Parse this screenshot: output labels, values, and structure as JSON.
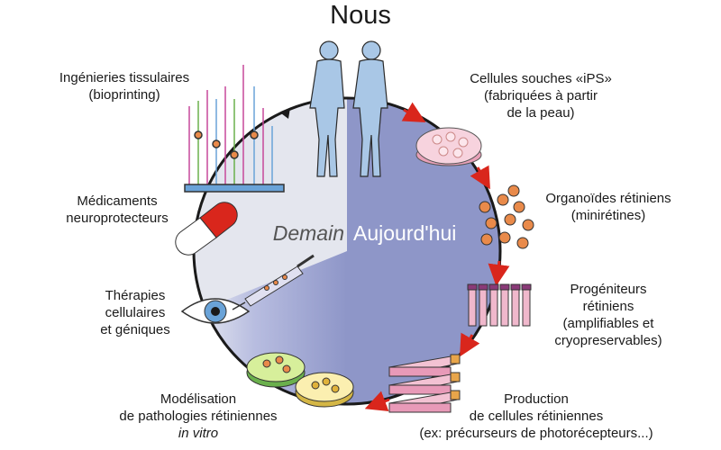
{
  "title": "Nous",
  "center": {
    "left": "Demain",
    "right": "Aujourd'hui"
  },
  "steps": {
    "ips": {
      "lines": [
        "Cellules souches «iPS»",
        "(fabriquées à partir",
        "de la peau)"
      ]
    },
    "organoids": {
      "lines": [
        "Organoïdes rétiniens",
        "(minirétines)"
      ]
    },
    "progenitors": {
      "lines": [
        "Progéniteurs",
        "rétiniens",
        "(amplifiables et",
        "cryopreservables)"
      ]
    },
    "production": {
      "lines": [
        "Production",
        "de cellules rétiniennes",
        "(ex: précurseurs de photorécepteurs...)"
      ]
    },
    "modeling": {
      "lines": [
        "Modélisation",
        "de pathologies rétiniennes"
      ],
      "italic_line": "in vitro"
    },
    "therapies": {
      "lines": [
        "Thérapies",
        "cellulaires",
        "et géniques"
      ]
    },
    "drugs": {
      "lines": [
        "Médicaments",
        "neuroprotecteurs"
      ]
    },
    "tissue": {
      "lines": [
        "Ingénieries tissulaires",
        "(bioprinting)"
      ]
    }
  },
  "colors": {
    "today_fill": "#8e96c8",
    "tomorrow_fill": "#e4e6ee",
    "arrow_red": "#d9261c",
    "circle_stroke": "#1a1a1a"
  }
}
